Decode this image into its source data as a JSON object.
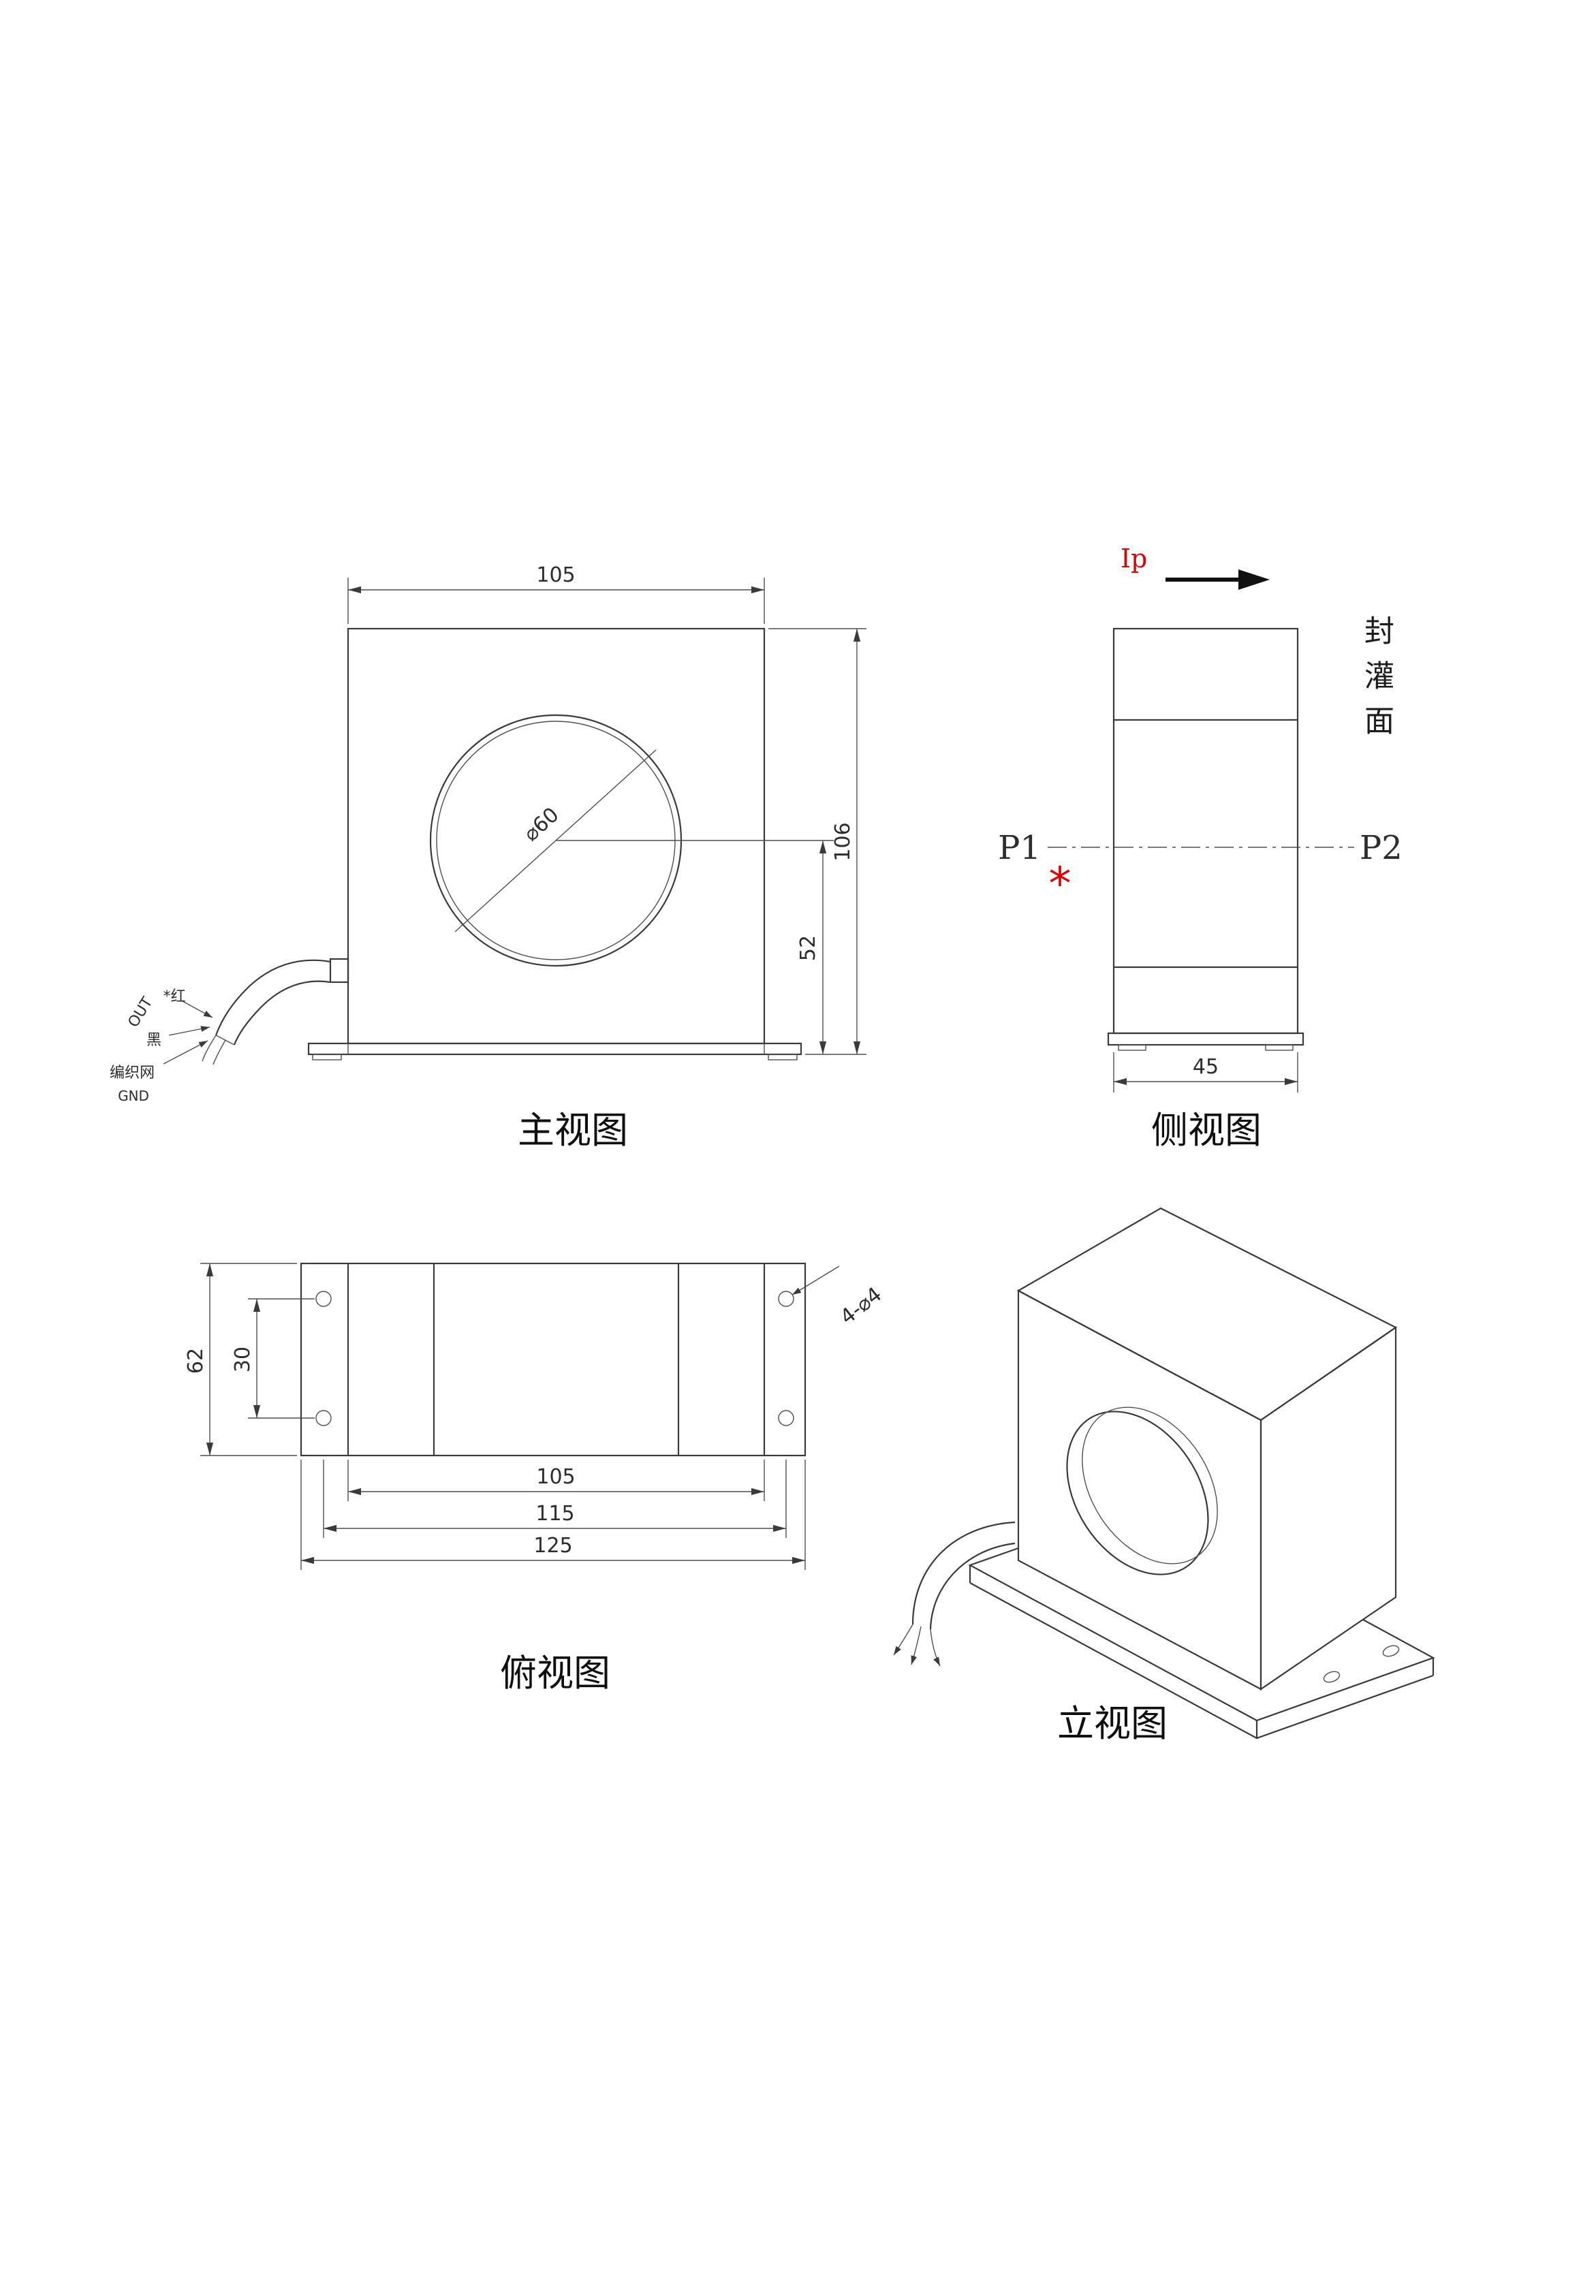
{
  "drawing": {
    "background": "#ffffff",
    "line_color": "#3a3a3a",
    "accent_red": "#e10000"
  },
  "front_view": {
    "title": "主视图",
    "dim_width": "105",
    "dim_height": "106",
    "dim_center_to_base": "52",
    "dim_hole_dia": "⌀60",
    "labels": {
      "out": "OUT",
      "red_wire": "*红",
      "black_wire": "黑",
      "braid": "编织网",
      "gnd": "GND"
    }
  },
  "side_view": {
    "title": "侧视图",
    "current_label": "Ip",
    "potting": "封灌面",
    "p1": "P1",
    "p2": "P2",
    "star": "*",
    "dim_depth": "45"
  },
  "top_view": {
    "title": "俯视图",
    "dim_plate_depth": "62",
    "dim_hole_span": "30",
    "dim_body_width": "105",
    "dim_hole_pitch": "115",
    "dim_plate_width": "125",
    "hole_callout": "4-⌀4"
  },
  "iso_view": {
    "title": "立视图"
  }
}
